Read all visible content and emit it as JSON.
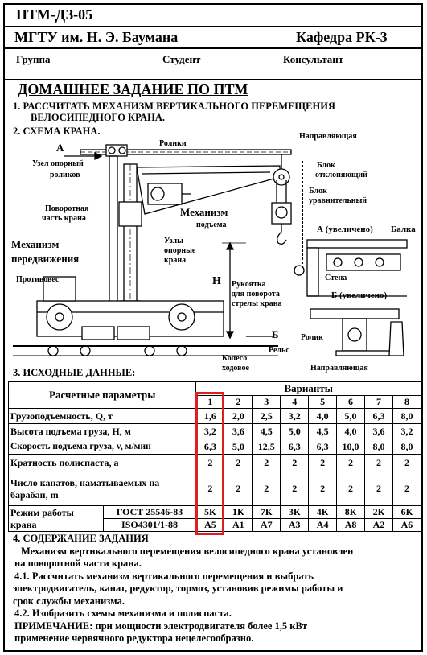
{
  "header": {
    "doc_code": "ПТМ-ДЗ-05",
    "university": "МГТУ им. Н. Э. Баумана",
    "department": "Кафедра РК-3",
    "group_label": "Группа",
    "student_label": "Студент",
    "consultant_label": "Консультант"
  },
  "title": "ДОМАШНЕЕ ЗАДАНИЕ ПО ПТМ",
  "task1_line1": "1. РАССЧИТАТЬ МЕХАНИЗМ ВЕРТИКАЛЬНОГО ПЕРЕМЕЩЕНИЯ",
  "task1_line2": "ВЕЛОСИПЕДНОГО КРАНА.",
  "section2": "2. СХЕМА КРАНА.",
  "scheme_labels": {
    "A": "А",
    "guide": "Направляющая",
    "rollers": "Ролики",
    "support_rollers_unit_1": "Узел опорный",
    "support_rollers_unit_2": "роликов",
    "deflect_block_1": "Блок",
    "deflect_block_2": "отклоняющий",
    "equal_block_1": "Блок",
    "equal_block_2": "уравнительный",
    "rotary_part_1": "Поворотная",
    "rotary_part_2": "часть крана",
    "lifting_mech_1": "Механизм",
    "lifting_mech_2": "подъема",
    "a_enlarged": "А (увеличено)",
    "beam": "Балка",
    "travel_mech_1": "Механизм",
    "travel_mech_2": "передвижения",
    "support_nodes_1": "Узлы",
    "support_nodes_2": "опорные",
    "support_nodes_3": "крана",
    "wall": "Стена",
    "counterweight": "Противовес",
    "H": "Н",
    "handle_1": "Рукоятка",
    "handle_2": "для поворота",
    "handle_3": "стрелы крана",
    "b_enlarged": "Б (увеличено)",
    "B": "Б",
    "roller": "Ролик",
    "rails": "Рельс",
    "wheel_1": "Колесо",
    "wheel_2": "ходовое",
    "guide2": "Направляющая"
  },
  "section3": "3. ИСХОДНЫЕ ДАННЫЕ:",
  "table": {
    "param_header": "Расчетные параметры",
    "variants_header": "Варианты",
    "variants": [
      "1",
      "2",
      "3",
      "4",
      "5",
      "6",
      "7",
      "8"
    ],
    "rows": [
      {
        "label": "Грузоподъемность, Q, т",
        "values": [
          "1,6",
          "2,0",
          "2,5",
          "3,2",
          "4,0",
          "5,0",
          "6,3",
          "8,0"
        ]
      },
      {
        "label": "Высота подъема груза, Н, м",
        "values": [
          "3,2",
          "3,6",
          "4,5",
          "5,0",
          "4,5",
          "4,0",
          "3,6",
          "3,2"
        ]
      },
      {
        "label": "Скорость подъема груза, v, м/мин",
        "values": [
          "6,3",
          "5,0",
          "12,5",
          "6,3",
          "6,3",
          "10,0",
          "8,0",
          "8,0"
        ]
      },
      {
        "label": "Кратность полиспаста, а",
        "values": [
          "2",
          "2",
          "2",
          "2",
          "2",
          "2",
          "2",
          "2"
        ]
      },
      {
        "label1": "Число канатов, наматываемых на",
        "label2": "барабан, m",
        "values": [
          "2",
          "2",
          "2",
          "2",
          "2",
          "2",
          "2",
          "2"
        ]
      }
    ],
    "mode_label1": "Режим работы",
    "mode_label2": "крана",
    "gost_label": "ГОСТ 25546-83",
    "gost_values": [
      "5К",
      "1К",
      "7К",
      "3К",
      "4К",
      "8К",
      "2К",
      "6К"
    ],
    "iso_label": "ISO4301/1-88",
    "iso_values": [
      "А5",
      "А1",
      "А7",
      "А3",
      "А4",
      "А8",
      "А2",
      "А6"
    ]
  },
  "section4": {
    "title": "4. СОДЕРЖАНИЕ ЗАДАНИЯ",
    "p1_line1": "Механизм вертикального перемещения  велосипедного крана установлен",
    "p1_line2": "на поворотной части крана.",
    "p2_line1": "4.1. Рассчитать механизм вертикального перемещения и выбрать",
    "p2_line2": "электродвигатель, канат, редуктор, тормоз, установив режимы работы и",
    "p2_line3": "срок службы механизма.",
    "p3": "4.2. Изобразить схемы механизма и полиспаста.",
    "note_label": "ПРИМЕЧАНИЕ:",
    "note_text1": " при мощности электродвигателя более 1,5 кВт",
    "note_text2": "применение червячного редуктора  нецелесообразно."
  }
}
